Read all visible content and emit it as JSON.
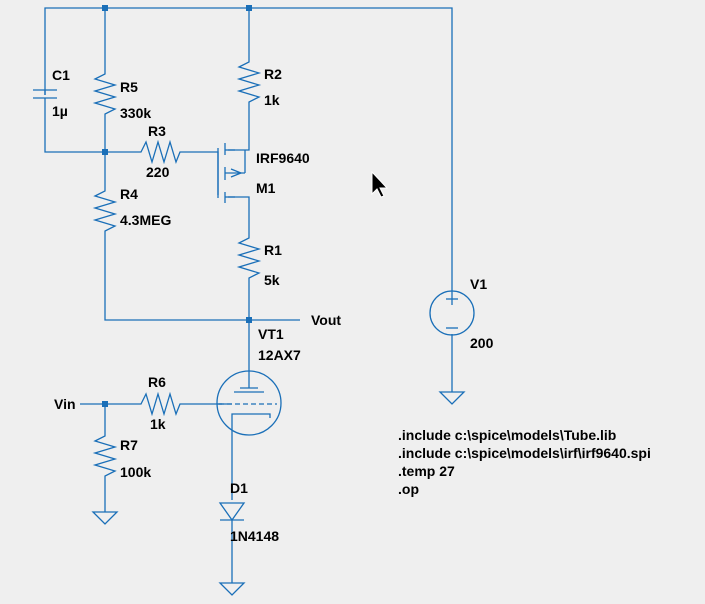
{
  "colors": {
    "background": "#efefef",
    "wire": "#1a6fb8",
    "text": "#000000"
  },
  "components": {
    "c1": {
      "ref": "C1",
      "value": "1µ"
    },
    "r5": {
      "ref": "R5",
      "value": "330k"
    },
    "r2": {
      "ref": "R2",
      "value": "1k"
    },
    "r3": {
      "ref": "R3",
      "value": "220"
    },
    "m1": {
      "ref": "M1",
      "value": "IRF9640"
    },
    "r4": {
      "ref": "R4",
      "value": "4.3MEG"
    },
    "r1": {
      "ref": "R1",
      "value": "5k"
    },
    "v1": {
      "ref": "V1",
      "value": "200"
    },
    "vt1": {
      "ref": "VT1",
      "value": "12AX7"
    },
    "r6": {
      "ref": "R6",
      "value": "1k"
    },
    "r7": {
      "ref": "R7",
      "value": "100k"
    },
    "d1": {
      "ref": "D1",
      "value": "1N4148"
    }
  },
  "nets": {
    "vout": "Vout",
    "vin": "Vin"
  },
  "directives": [
    ".include c:\\spice\\models\\Tube.lib",
    ".include c:\\spice\\models\\irf\\irf9640.spi",
    ".temp 27",
    ".op"
  ],
  "cursor_icon": "arrow-cursor-icon"
}
